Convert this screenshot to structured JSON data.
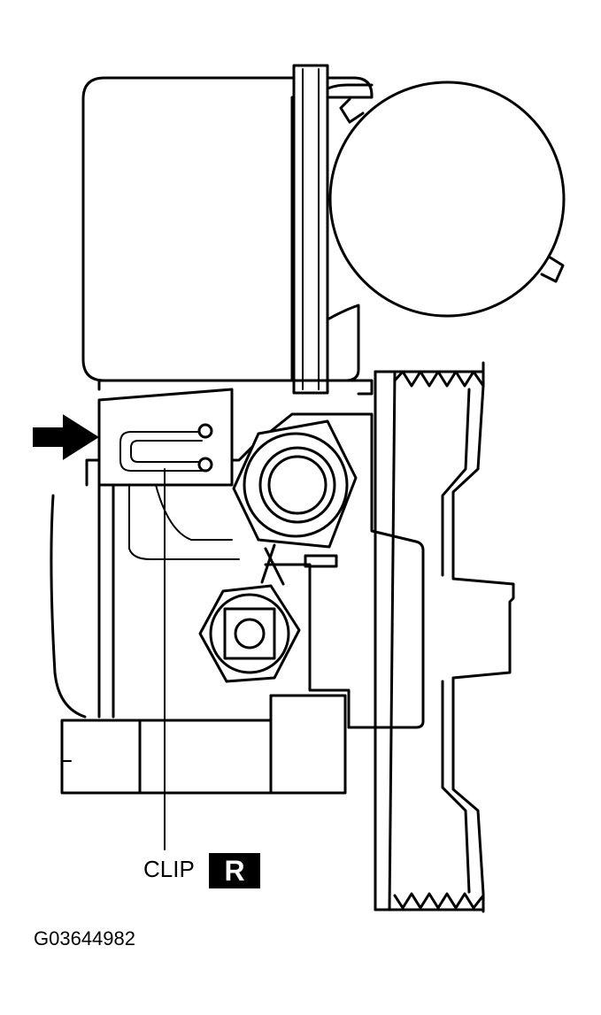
{
  "labels": {
    "clip": "CLIP",
    "reference_badge": "R",
    "figure_id": "G03644982"
  },
  "colors": {
    "line": "#000000",
    "background": "#ffffff",
    "badge_background": "#000000",
    "badge_text": "#ffffff"
  },
  "icons": {
    "pointer": "arrow-right-icon"
  }
}
